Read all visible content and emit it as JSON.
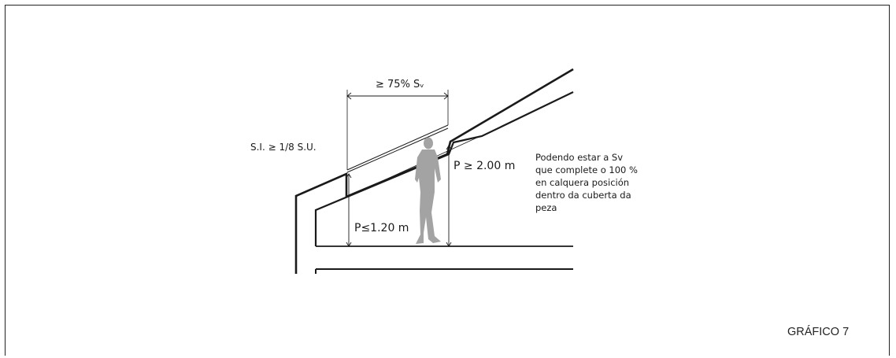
{
  "diagram": {
    "labels": {
      "width_dimension": "≥ 75% Sᵥ",
      "skylight_ratio": "S.I. ≥ 1/8 S.U.",
      "height_min": "P ≥ 2.00 m",
      "height_low": "P≤1.20 m"
    },
    "note_lines": [
      "Podendo estar a Sv",
      "que complete o 100 %",
      "en calquera posición",
      "dentro da cuberta da",
      "peza"
    ]
  },
  "figure_label": "GRÁFICO 7",
  "colors": {
    "line": "#1a1a1a",
    "figure": "#a3a3a3",
    "frame": "#222222"
  }
}
